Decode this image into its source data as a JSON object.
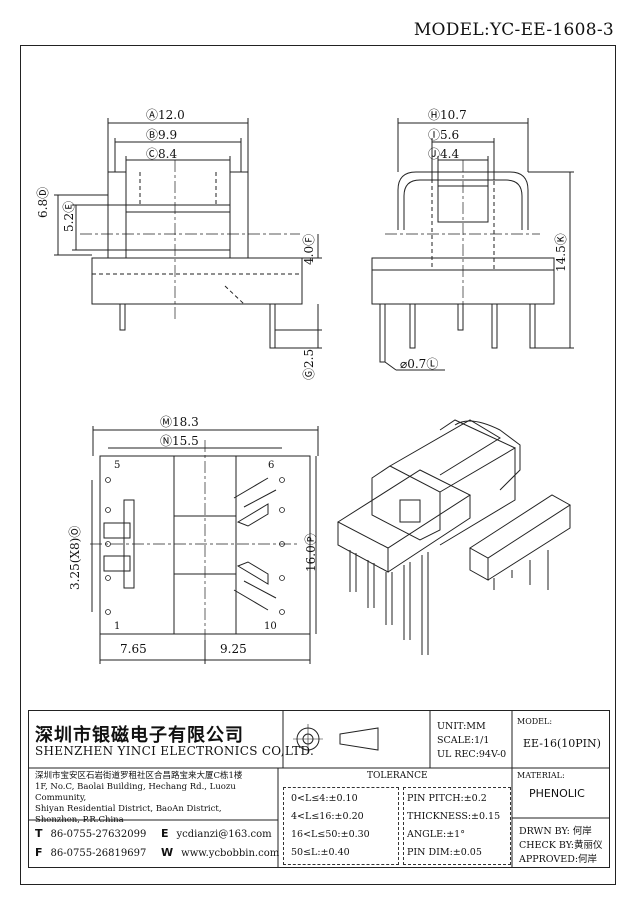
{
  "model": "MODEL:YC-EE-1608-3",
  "dims": {
    "A": "12.0",
    "B": "9.9",
    "C": "8.4",
    "D": "6.8",
    "E": "5.2",
    "F": "4.0",
    "G": "2.5",
    "H": "10.7",
    "I": "5.6",
    "J": "4.4",
    "K": "14.5",
    "L": "⌀0.7",
    "M": "18.3",
    "N": "15.5",
    "O": "3.25(X8)",
    "P": "16.0",
    "left_w": "7.65",
    "right_w": "9.25"
  },
  "circled": {
    "A": "Ⓐ",
    "B": "Ⓑ",
    "C": "Ⓒ",
    "D": "Ⓓ",
    "E": "Ⓔ",
    "F": "Ⓕ",
    "G": "Ⓖ",
    "H": "Ⓗ",
    "I": "Ⓘ",
    "J": "Ⓙ",
    "K": "Ⓚ",
    "L": "Ⓛ",
    "M": "Ⓜ",
    "N": "Ⓝ",
    "O": "Ⓞ",
    "P": "Ⓟ"
  },
  "pins": {
    "p1": "1",
    "p5": "5",
    "p6": "6",
    "p10": "10"
  },
  "company": {
    "name_cn": "深圳市银磁电子有限公司",
    "name_en": "SHENZHEN YINCI ELECTRONICS CO,LTD.",
    "addr_cn": "深圳市宝安区石岩街道罗租社区合昌路宝来大厦C栋1楼",
    "addr_en1": "1F, No.C, Baolai Building, Hechang Rd., Luozu Community,",
    "addr_en2": "Shiyan Residential District, BaoAn District,",
    "addr_en3": "Shenzhen, P.R.China",
    "tel": "86-0755-27632099",
    "fax": "86-0755-26819697",
    "email": "ycdianzi@163.com",
    "web": "www.ycbobbin.com"
  },
  "contact_labels": {
    "t": "T",
    "f": "F",
    "e": "E",
    "w": "W"
  },
  "specs": {
    "unit": "UNIT:MM",
    "scale": "SCALE:1/1",
    "ul": "UL REC:94V-0",
    "model_label": "MODEL:",
    "model_value": "EE-16(10PIN)",
    "material_label": "MATERIAL:",
    "material_value": "PHENOLIC",
    "tolerance": "TOLERANCE"
  },
  "tolerances": {
    "t1": "0<L≤4:±0.10",
    "t2": "4<L≤16:±0.20",
    "t3": "16<L≤50:±0.30",
    "t4": "50≤L:±0.40",
    "t5": "PIN PITCH:±0.2",
    "t6": "THICKNESS:±0.15",
    "t7": "ANGLE:±1°",
    "t8": "PIN DIM:±0.05"
  },
  "signoff": {
    "drwn": "DRWN BY: 何岸",
    "check": "CHECK BY:黄丽仪",
    "approved": "APPROVED:何岸"
  }
}
